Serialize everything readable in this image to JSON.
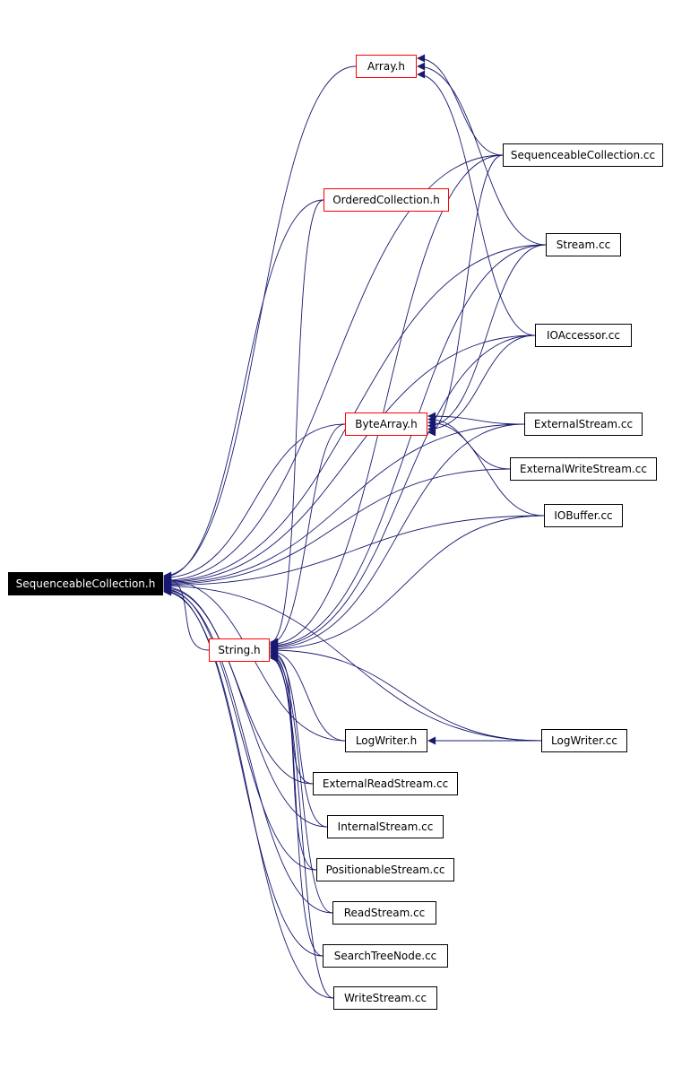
{
  "diagram": {
    "colors": {
      "edge": "#191970",
      "header_border": "#ff0000",
      "source_border": "#000000",
      "root_fill": "#000000",
      "root_text": "#ffffff"
    },
    "nodes": {
      "root": {
        "label": "SequenceableCollection.h",
        "kind": "root"
      },
      "array_h": {
        "label": "Array.h",
        "kind": "header"
      },
      "ordered_h": {
        "label": "OrderedCollection.h",
        "kind": "header"
      },
      "bytearray_h": {
        "label": "ByteArray.h",
        "kind": "header"
      },
      "string_h": {
        "label": "String.h",
        "kind": "header"
      },
      "logwriter_h": {
        "label": "LogWriter.h",
        "kind": "source"
      },
      "seqcoll_cc": {
        "label": "SequenceableCollection.cc",
        "kind": "source"
      },
      "stream_cc": {
        "label": "Stream.cc",
        "kind": "source"
      },
      "ioaccessor_cc": {
        "label": "IOAccessor.cc",
        "kind": "source"
      },
      "extstream_cc": {
        "label": "ExternalStream.cc",
        "kind": "source"
      },
      "extwrite_cc": {
        "label": "ExternalWriteStream.cc",
        "kind": "source"
      },
      "iobuffer_cc": {
        "label": "IOBuffer.cc",
        "kind": "source"
      },
      "logwriter_cc": {
        "label": "LogWriter.cc",
        "kind": "source"
      },
      "extread_cc": {
        "label": "ExternalReadStream.cc",
        "kind": "source"
      },
      "internal_cc": {
        "label": "InternalStream.cc",
        "kind": "source"
      },
      "positionable_cc": {
        "label": "PositionableStream.cc",
        "kind": "source"
      },
      "readstream_cc": {
        "label": "ReadStream.cc",
        "kind": "source"
      },
      "searchtree_cc": {
        "label": "SearchTreeNode.cc",
        "kind": "source"
      },
      "writestream_cc": {
        "label": "WriteStream.cc",
        "kind": "source"
      }
    },
    "edges": [
      {
        "from": "array_h",
        "to": "root"
      },
      {
        "from": "ordered_h",
        "to": "root"
      },
      {
        "from": "bytearray_h",
        "to": "root"
      },
      {
        "from": "string_h",
        "to": "root"
      },
      {
        "from": "logwriter_h",
        "to": "root"
      },
      {
        "from": "seqcoll_cc",
        "to": "root"
      },
      {
        "from": "stream_cc",
        "to": "root"
      },
      {
        "from": "ioaccessor_cc",
        "to": "root"
      },
      {
        "from": "extstream_cc",
        "to": "root"
      },
      {
        "from": "extwrite_cc",
        "to": "root"
      },
      {
        "from": "iobuffer_cc",
        "to": "root"
      },
      {
        "from": "logwriter_cc",
        "to": "root"
      },
      {
        "from": "extread_cc",
        "to": "root"
      },
      {
        "from": "internal_cc",
        "to": "root"
      },
      {
        "from": "positionable_cc",
        "to": "root"
      },
      {
        "from": "readstream_cc",
        "to": "root"
      },
      {
        "from": "searchtree_cc",
        "to": "root"
      },
      {
        "from": "writestream_cc",
        "to": "root"
      },
      {
        "from": "seqcoll_cc",
        "to": "array_h"
      },
      {
        "from": "stream_cc",
        "to": "array_h"
      },
      {
        "from": "ioaccessor_cc",
        "to": "array_h"
      },
      {
        "from": "extstream_cc",
        "to": "bytearray_h"
      },
      {
        "from": "extwrite_cc",
        "to": "bytearray_h"
      },
      {
        "from": "iobuffer_cc",
        "to": "bytearray_h"
      },
      {
        "from": "stream_cc",
        "to": "bytearray_h"
      },
      {
        "from": "ioaccessor_cc",
        "to": "bytearray_h"
      },
      {
        "from": "seqcoll_cc",
        "to": "bytearray_h"
      },
      {
        "from": "ordered_h",
        "to": "string_h"
      },
      {
        "from": "bytearray_h",
        "to": "string_h"
      },
      {
        "from": "seqcoll_cc",
        "to": "string_h"
      },
      {
        "from": "stream_cc",
        "to": "string_h"
      },
      {
        "from": "ioaccessor_cc",
        "to": "string_h"
      },
      {
        "from": "extstream_cc",
        "to": "string_h"
      },
      {
        "from": "iobuffer_cc",
        "to": "string_h"
      },
      {
        "from": "logwriter_cc",
        "to": "string_h"
      },
      {
        "from": "logwriter_h",
        "to": "string_h"
      },
      {
        "from": "extread_cc",
        "to": "string_h"
      },
      {
        "from": "internal_cc",
        "to": "string_h"
      },
      {
        "from": "positionable_cc",
        "to": "string_h"
      },
      {
        "from": "readstream_cc",
        "to": "string_h"
      },
      {
        "from": "searchtree_cc",
        "to": "string_h"
      },
      {
        "from": "writestream_cc",
        "to": "string_h"
      },
      {
        "from": "logwriter_cc",
        "to": "logwriter_h"
      }
    ]
  }
}
